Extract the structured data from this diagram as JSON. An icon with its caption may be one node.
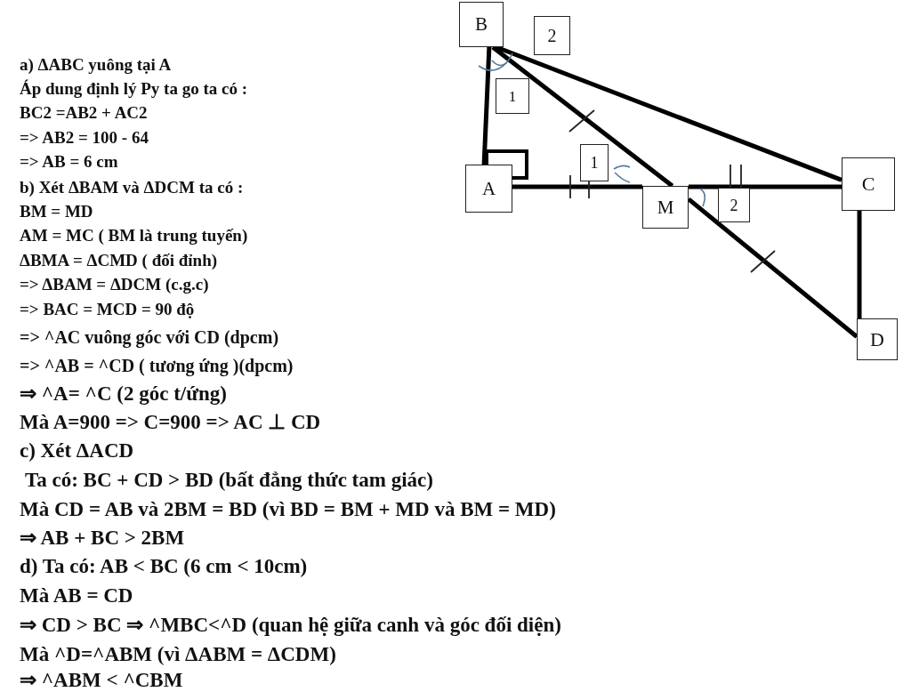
{
  "diagram": {
    "nodes": [
      {
        "text": [
          "B"
        ]
      },
      {
        "text": [
          "2"
        ]
      },
      {
        "text": [
          "1"
        ]
      },
      {
        "text": [
          "1"
        ]
      },
      {
        "text": [
          "C"
        ]
      },
      {
        "text": [
          "A"
        ]
      },
      {
        "text": [
          "M"
        ]
      },
      {
        "text": [
          "2"
        ]
      },
      {
        "text": [
          "D"
        ]
      }
    ],
    "edges": [
      {
        "from": 0,
        "to": 5,
        "arrow": "none"
      },
      {
        "from": 5,
        "to": 6,
        "arrow": "none"
      },
      {
        "from": 6,
        "to": 4,
        "arrow": "none"
      },
      {
        "from": 0,
        "to": 4,
        "arrow": "none"
      },
      {
        "from": 0,
        "to": 6,
        "arrow": "none"
      },
      {
        "from": 6,
        "to": 8,
        "arrow": "none"
      },
      {
        "from": 4,
        "to": 8,
        "arrow": "none"
      }
    ],
    "labels": [
      "a) ΔABC yuông tại A",
      "Áp dung định lý Py ta go ta có :",
      "BC2 =AB2 + AC2",
      "=> AB2 = 100 - 64",
      "=> AB = 6 cm",
      "b) Xét ΔBAM và ΔDCM ta có :",
      "BM = MD",
      "AM = MC ( BM là trung tuyến)",
      "ΔBMA = ΔCMD ( đối đỉnh)",
      "=> ΔBAM = ΔDCM (c.g.c)",
      "=> BAC = MCD = 90 độ",
      "=> ^AC vuông góc với CD (dpcm)",
      "=> ^AB = ^CD ( tương ứng )(dpcm)",
      "⇒ ^A= ^C (2 góc t/ứng)",
      "Mà A=900 => C=900 => AC ⊥ CD",
      "c) Xét ΔACD",
      "Ta có: BC + CD > BD (bất đẳng thức tam giác)",
      "Mà CD = AB và 2BM = BD (vì BD = BM + MD và BM = MD)",
      "⇒ AB + BC > 2BM",
      "d) Ta có: AB < BC (6 cm < 10cm)",
      "Mà AB = CD",
      "⇒ CD > BC ⇒ ^MBC<^D (quan hệ giữa canh và góc đối diện)",
      "Mà ^D=^ABM (vì ΔABM = ΔCDM)",
      "⇒ ^ABM < ^CBM"
    ]
  }
}
